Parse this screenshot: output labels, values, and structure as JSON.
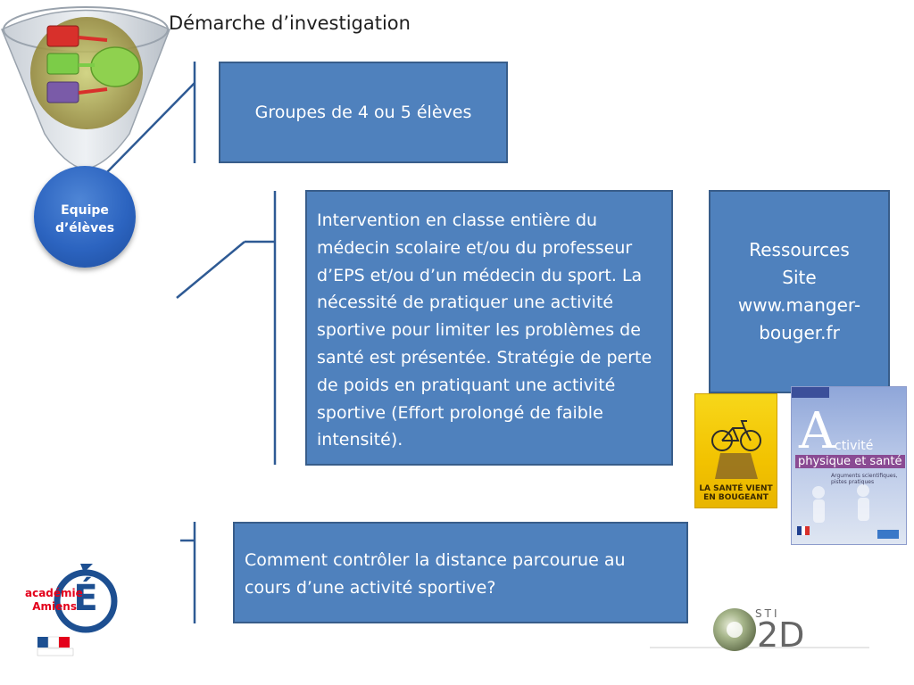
{
  "title": "Démarche d’investigation",
  "team": {
    "line1": "Equipe",
    "line2": "d’élèves"
  },
  "boxes": {
    "groups": "Groupes de 4 ou 5 élèves",
    "intervention": "Intervention en classe entière du médecin scolaire et/ou du professeur d’EPS et/ou d’un médecin du sport.  La nécessité de pratiquer une activité sportive pour limiter les problèmes de santé est présentée.  Stratégie de perte de poids en pratiquant une activité sportive (Effort prolongé de faible intensité).",
    "resources_line1": "Ressources",
    "resources_line2": "Site",
    "resources_line3": "www.manger-",
    "resources_line4": "bouger.fr",
    "question": "Comment contrôler la distance parcourue au cours d’une activité sportive?"
  },
  "book_yellow": {
    "text": "LA SANTÉ VIENT EN BOUGEANT"
  },
  "book_blue": {
    "big_letter": "A",
    "line1": "ctivité",
    "line2": "physique et santé",
    "line3": "Arguments scientifiques, pistes pratiques"
  },
  "logos": {
    "academie_line1": "académie",
    "academie_line2": "Amiens",
    "academie_letter": "É",
    "sti": "STI",
    "twod": "2D"
  },
  "colors": {
    "box_fill": "#4f81bd",
    "box_border": "#385d8a",
    "connector": "#2e5a94",
    "academie_red": "#e3001b",
    "academie_blue": "#1d4f91"
  }
}
